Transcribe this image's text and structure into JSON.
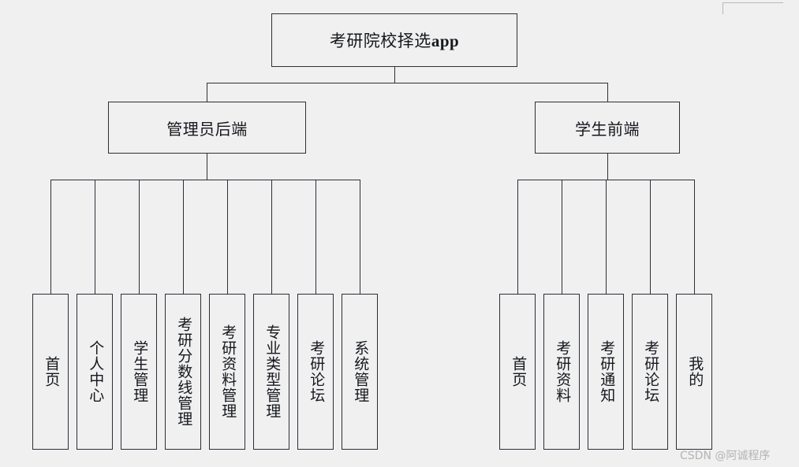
{
  "diagram": {
    "type": "hierarchy-tree",
    "root": {
      "label": "考研院校择选app",
      "label_cjk": "考研院校择选",
      "label_latin": "app"
    },
    "branches": [
      {
        "id": "admin",
        "label": "管理员后端",
        "children": [
          {
            "label": "首页"
          },
          {
            "label": "个人中心"
          },
          {
            "label": "学生管理"
          },
          {
            "label": "考研分数线管理"
          },
          {
            "label": "考研资料管理"
          },
          {
            "label": "专业类型管理"
          },
          {
            "label": "考研论坛"
          },
          {
            "label": "系统管理"
          }
        ]
      },
      {
        "id": "student",
        "label": "学生前端",
        "children": [
          {
            "label": "首页"
          },
          {
            "label": "考研资料"
          },
          {
            "label": "考研通知"
          },
          {
            "label": "考研论坛"
          },
          {
            "label": "我的"
          }
        ]
      }
    ]
  },
  "watermark": {
    "text": "CSDN @阿诚程序"
  },
  "colors": {
    "background": "#f0f0f0",
    "stroke": "#2b2f38",
    "text": "#15181d",
    "watermark": "#b4b4b4",
    "artifact": "#b9b9b9"
  }
}
